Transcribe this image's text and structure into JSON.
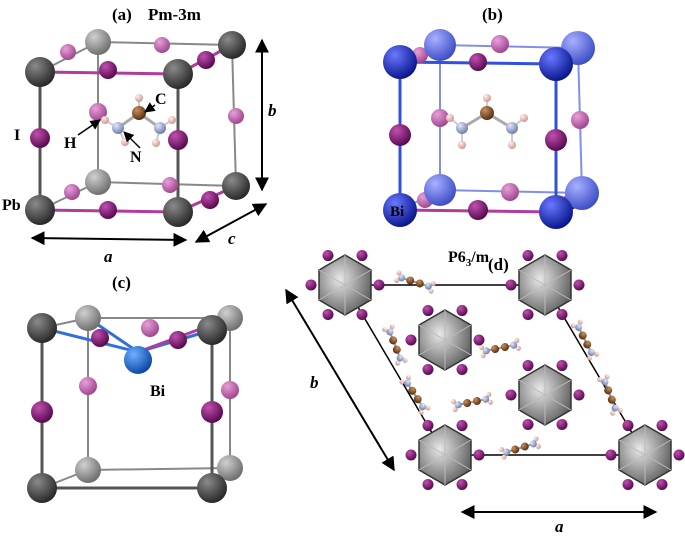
{
  "panels": {
    "a": {
      "label": "(a)",
      "space_group": "Pm-3m",
      "atoms": {
        "iodine": "I",
        "lead": "Pb",
        "hydrogen": "H",
        "nitrogen": "N",
        "carbon": "C"
      },
      "axes": {
        "a": "a",
        "b": "b",
        "c": "c"
      }
    },
    "b": {
      "label": "(b)",
      "atoms": {
        "bismuth": "Bi"
      }
    },
    "c": {
      "label": "(c)",
      "atoms": {
        "bismuth": "Bi"
      }
    },
    "d": {
      "label": "(d)",
      "space_group_main": "P6",
      "space_group_sub": "3",
      "space_group_tail": "/m",
      "axes": {
        "a": "a",
        "b": "b"
      }
    }
  },
  "colors": {
    "lead": "#4a4a4a",
    "lead_light": "#9a9a9a",
    "iodine": "#8a1a7a",
    "iodine_light": "#c060b0",
    "bismuth": "#1a2fd0",
    "bismuth_light": "#5a6ae0",
    "bismuth_c": "#1a6fd8",
    "carbon": "#8b5a2b",
    "nitrogen": "#a8b4d8",
    "hydrogen": "#f0c8c0",
    "bond_pb": "#444444",
    "bond_i": "#b03ca0",
    "bond_bi": "#3050e0"
  }
}
